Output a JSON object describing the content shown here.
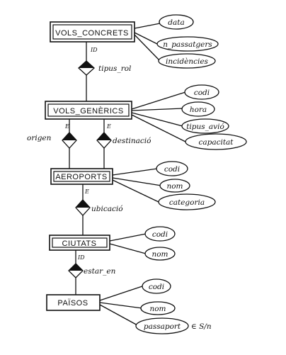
{
  "entities": {
    "vols_concrets": "VOLS_CONCRETS",
    "vols_generics": "VOLS_GENÈRICS",
    "aeroports": "AEROPORTS",
    "ciutats": "CIUTATS",
    "paisos": "PAÏSOS"
  },
  "attributes": {
    "vols_concrets": [
      "data",
      "n_passatgers",
      "incidències"
    ],
    "vols_generics": [
      "codi",
      "hora",
      "tipus_avió",
      "capacitat"
    ],
    "aeroports": [
      "codi",
      "nom",
      "categoria"
    ],
    "ciutats": [
      "codi",
      "nom"
    ],
    "paisos": [
      "codi",
      "nom",
      "passaport"
    ]
  },
  "relationships": {
    "tipus_rol": "tipus_rol",
    "origen": "origen",
    "destinacio": "destinació",
    "ubicacio": "ubicació",
    "estar_en": "estar_en"
  },
  "markers": {
    "id1": "ID",
    "e_origen": "E",
    "e_dest": "E",
    "e_ubic": "E",
    "id2": "ID",
    "passaport_domain": "∈ S/n"
  }
}
